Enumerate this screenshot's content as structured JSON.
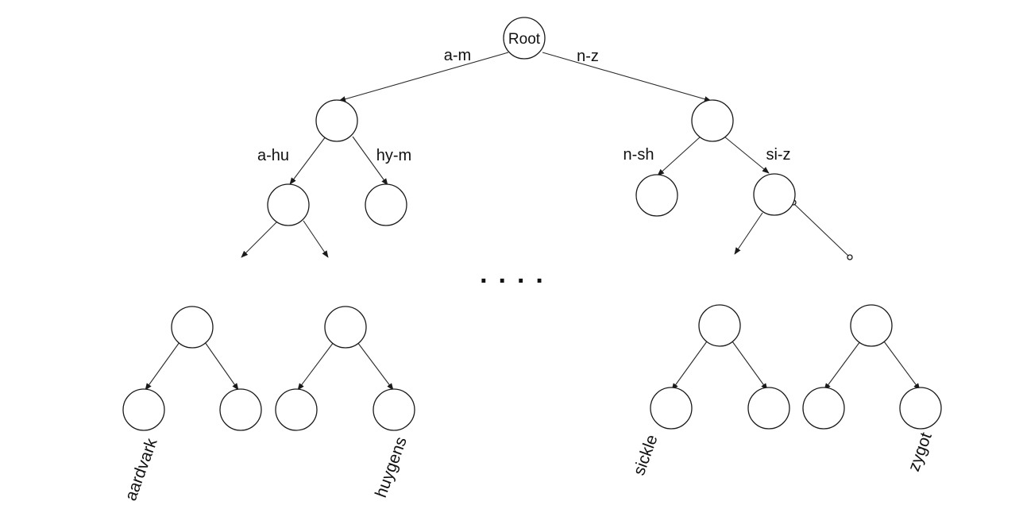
{
  "root_label": "Root",
  "edge_labels": {
    "root_left": "a-m",
    "root_right": "n-z",
    "left_left": "a-hu",
    "left_right": "hy-m",
    "right_left": "n-sh",
    "right_right": "si-z"
  },
  "ellipsis": "....",
  "leaf_labels": {
    "first": "aardvark",
    "second": "huygens",
    "third": "sickle",
    "fourth": "zygot"
  }
}
